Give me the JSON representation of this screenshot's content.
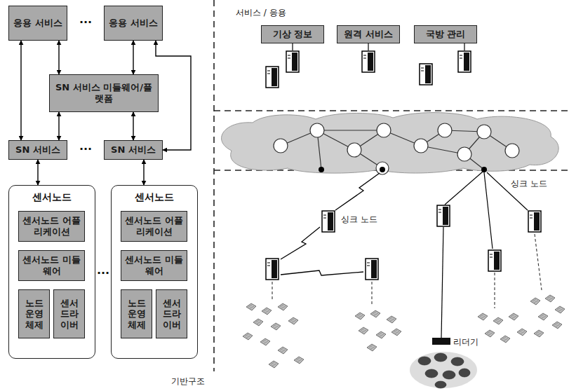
{
  "diagram": {
    "nodes": [
      {
        "text": [
          "응용 서비스"
        ]
      },
      {
        "text": [
          "응용 서비스"
        ]
      },
      {
        "text": [
          "SN 서비스 미들웨어/플랫폼"
        ]
      },
      {
        "text": [
          "SN 서비스"
        ]
      },
      {
        "text": [
          "SN 서비스"
        ]
      },
      {
        "text": [
          "센서노드"
        ]
      },
      {
        "text": [
          "센서노드 어플리케이션"
        ],
        "in": 5
      },
      {
        "text": [
          "센서노드 미들웨어"
        ],
        "in": 5
      },
      {
        "text": [
          "노드 운영 체제"
        ],
        "in": 5
      },
      {
        "text": [
          "센서 드라이버"
        ],
        "in": 5
      },
      {
        "text": [
          "센서노드"
        ]
      },
      {
        "text": [
          "센서노드 어플리케이션"
        ],
        "in": 10
      },
      {
        "text": [
          "센서노드 미들웨어"
        ],
        "in": 10
      },
      {
        "text": [
          "노드 운영 체제"
        ],
        "in": 10
      },
      {
        "text": [
          "센서 드라이버"
        ],
        "in": 10
      },
      {
        "text": [
          "기상 정보"
        ]
      },
      {
        "text": [
          "원격 서비스"
        ]
      },
      {
        "text": [
          "국방 관리"
        ]
      }
    ],
    "edges": [
      {
        "from": 0,
        "to": 2,
        "arrow": "both"
      },
      {
        "from": 1,
        "to": 2,
        "arrow": "both"
      },
      {
        "from": 0,
        "to": 3,
        "arrow": "both"
      },
      {
        "from": 1,
        "to": 4,
        "arrow": "both"
      },
      {
        "from": 2,
        "to": 3,
        "arrow": "both"
      },
      {
        "from": 2,
        "to": 4,
        "arrow": "both"
      },
      {
        "from": 3,
        "to": 5,
        "arrow": "both"
      },
      {
        "from": 4,
        "to": 10,
        "arrow": "both"
      }
    ],
    "labels": [
      "서비스 / 응용",
      "···",
      "···",
      "···",
      "싱크 노드",
      "싱크 노드",
      "리더기",
      "기반구조"
    ]
  }
}
